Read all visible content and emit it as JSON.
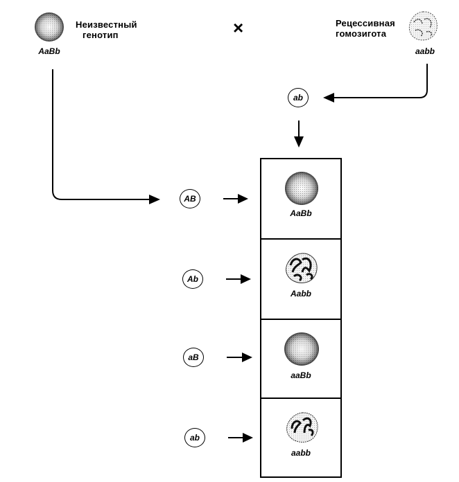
{
  "parents": {
    "unknown": {
      "label_line1": "Неизвестный",
      "label_line2": "генотип",
      "genotype": "AaBb",
      "phenotype": "smooth-seed"
    },
    "cross_symbol": "×",
    "recessive": {
      "label_line1": "Рецессивная",
      "label_line2": "гомозигота",
      "genotype": "aabb",
      "phenotype": "wrinkled-seed"
    }
  },
  "recessive_gamete": "ab",
  "gametes": [
    {
      "label": "AB",
      "offspring_genotype": "AaBb",
      "phenotype": "smooth-seed"
    },
    {
      "label": "Ab",
      "offspring_genotype": "Aabb",
      "phenotype": "wrinkled-seed"
    },
    {
      "label": "aB",
      "offspring_genotype": "aaBb",
      "phenotype": "smooth-seed"
    },
    {
      "label": "ab",
      "offspring_genotype": "aabb",
      "phenotype": "wrinkled-seed"
    }
  ]
}
